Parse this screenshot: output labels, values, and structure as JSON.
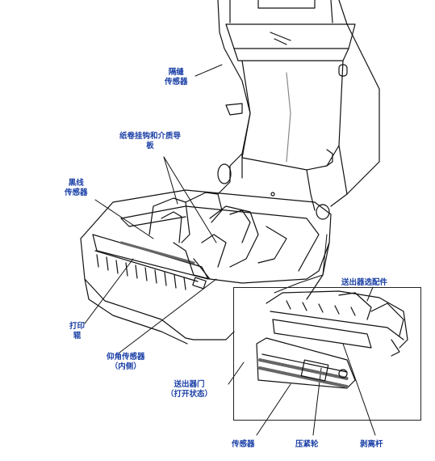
{
  "labels": {
    "gap_sensor": [
      "隔缝",
      "传感器"
    ],
    "roll_holder": [
      "纸卷挂钩和介质导",
      "板"
    ],
    "black_mark_sensor": [
      "黑线",
      "传感器"
    ],
    "platen": [
      "打印",
      "辊"
    ],
    "head_up_sensor": [
      "仰角传感器",
      "（内侧）"
    ],
    "dispenser_door": [
      "送出器门",
      "（打开状态）"
    ],
    "dispenser_option": [
      "送出器选配件"
    ],
    "sensor": [
      "传感器"
    ],
    "pinch_roller": [
      "压紧轮"
    ],
    "peel_bar": [
      "剥离杆"
    ]
  },
  "colors": {
    "label": "#1a3fa6",
    "line": "#111111",
    "shade": "#bdbdbd"
  }
}
